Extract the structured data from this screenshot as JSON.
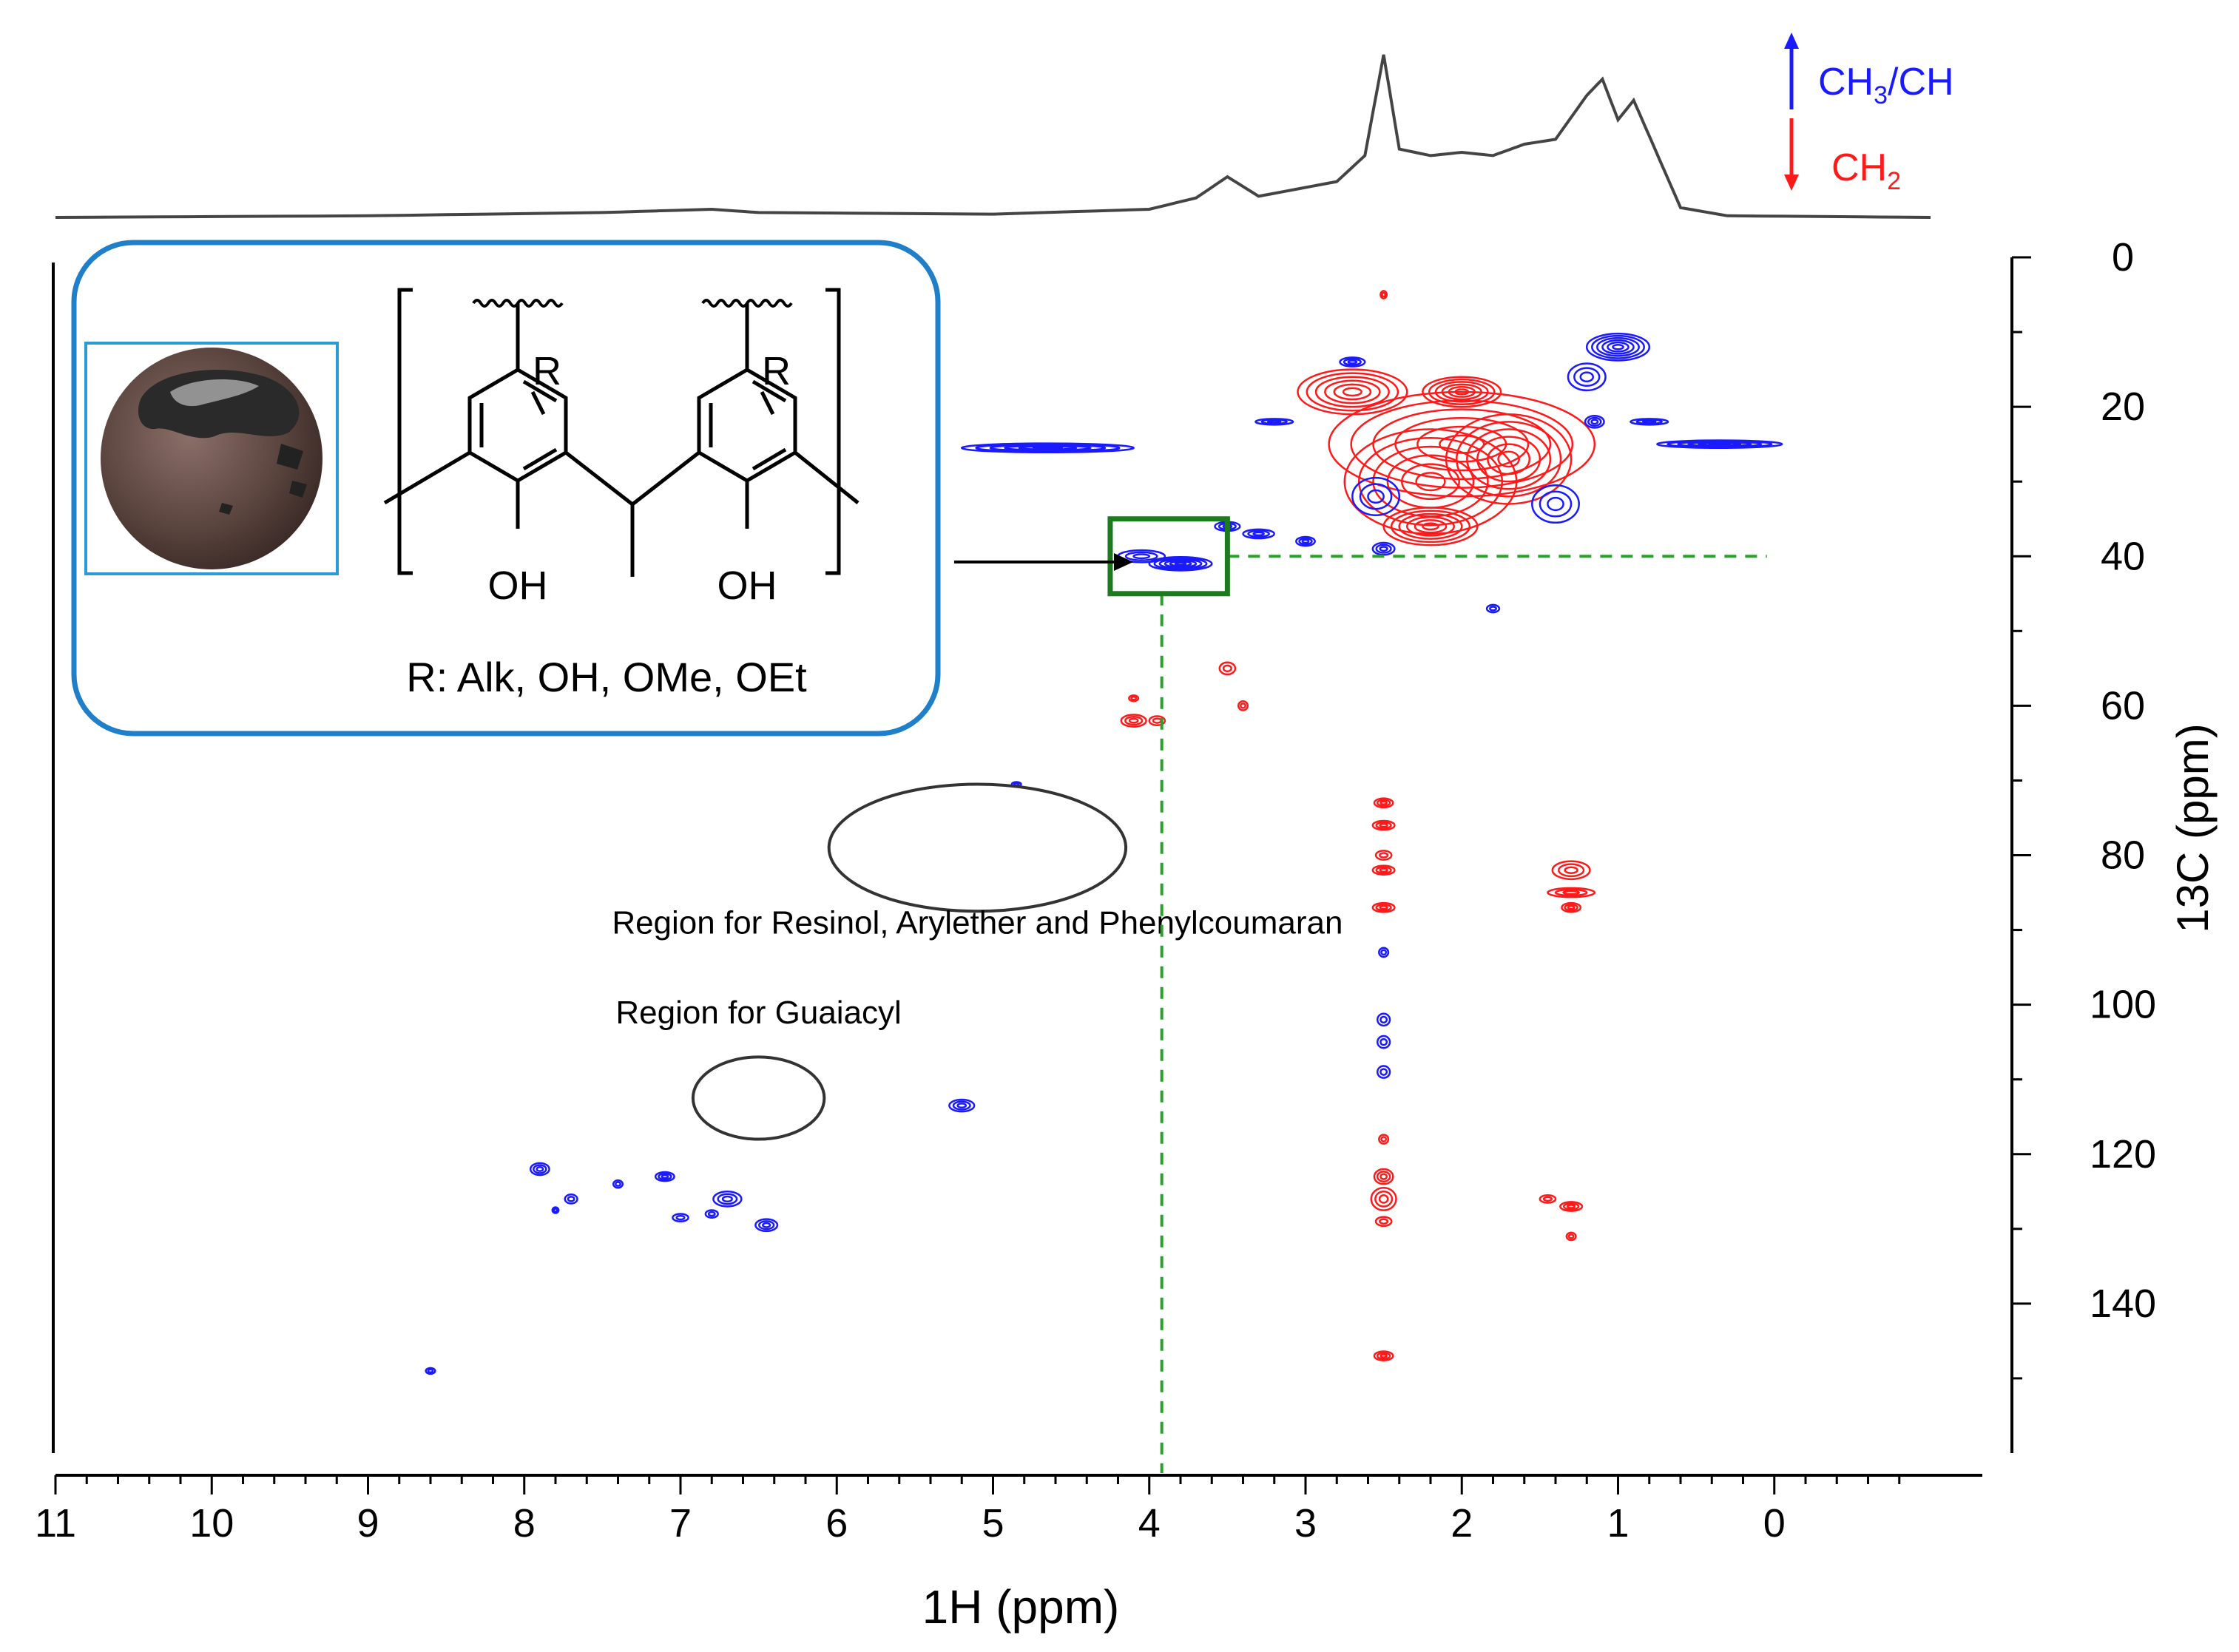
{
  "chart_data": {
    "type": "heatmap",
    "title": "",
    "xlabel": "1H (ppm)",
    "ylabel": "13C (ppm)",
    "xlim": [
      11,
      -1
    ],
    "ylim": [
      0,
      160
    ],
    "x_ticks": [
      11,
      10,
      9,
      8,
      7,
      6,
      5,
      4,
      3,
      2,
      1,
      0
    ],
    "y_ticks": [
      0,
      20,
      40,
      60,
      80,
      100,
      120,
      140
    ],
    "legend": [
      {
        "label_main": "CH",
        "label_sub": "3",
        "label_tail": "/CH",
        "direction": "up",
        "color": "#1a1aff"
      },
      {
        "label_main": "CH",
        "label_sub": "2",
        "label_tail": "",
        "direction": "down",
        "color": "#ff1a1a"
      }
    ],
    "colors": {
      "positive": "#1a1aff",
      "negative": "#ff1a1a",
      "guide": "#2ca02c",
      "box": "#1e7a1e",
      "inset_border": "#1f7fc8"
    },
    "proton_projection": [
      [
        11,
        0.0
      ],
      [
        9.0,
        0.01
      ],
      [
        7.5,
        0.03
      ],
      [
        6.8,
        0.05
      ],
      [
        6.5,
        0.03
      ],
      [
        5.0,
        0.02
      ],
      [
        4.0,
        0.05
      ],
      [
        3.7,
        0.12
      ],
      [
        3.5,
        0.25
      ],
      [
        3.3,
        0.13
      ],
      [
        2.8,
        0.22
      ],
      [
        2.62,
        0.38
      ],
      [
        2.5,
        1.0
      ],
      [
        2.4,
        0.42
      ],
      [
        2.2,
        0.38
      ],
      [
        2.0,
        0.4
      ],
      [
        1.8,
        0.38
      ],
      [
        1.6,
        0.45
      ],
      [
        1.4,
        0.48
      ],
      [
        1.2,
        0.75
      ],
      [
        1.1,
        0.85
      ],
      [
        1.0,
        0.6
      ],
      [
        0.9,
        0.72
      ],
      [
        0.8,
        0.5
      ],
      [
        0.6,
        0.06
      ],
      [
        0.3,
        0.01
      ],
      [
        -1,
        0.0
      ]
    ],
    "peaks": [
      {
        "sign": "negative",
        "x": 2.5,
        "y": 5,
        "rx": 0.02,
        "ry": 0.5
      },
      {
        "sign": "negative",
        "x": 2.0,
        "y": 25,
        "rx": 0.85,
        "ry": 7
      },
      {
        "sign": "negative",
        "x": 2.2,
        "y": 30,
        "rx": 0.55,
        "ry": 7
      },
      {
        "sign": "negative",
        "x": 1.7,
        "y": 27,
        "rx": 0.4,
        "ry": 6
      },
      {
        "sign": "negative",
        "x": 2.7,
        "y": 18,
        "rx": 0.35,
        "ry": 3
      },
      {
        "sign": "negative",
        "x": 2.0,
        "y": 18,
        "rx": 0.25,
        "ry": 2
      },
      {
        "sign": "negative",
        "x": 2.2,
        "y": 36,
        "rx": 0.3,
        "ry": 2.5
      },
      {
        "sign": "negative",
        "x": 3.5,
        "y": 55,
        "rx": 0.05,
        "ry": 0.8
      },
      {
        "sign": "negative",
        "x": 3.4,
        "y": 60,
        "rx": 0.03,
        "ry": 0.6
      },
      {
        "sign": "negative",
        "x": 4.1,
        "y": 62,
        "rx": 0.08,
        "ry": 0.8
      },
      {
        "sign": "negative",
        "x": 3.95,
        "y": 62,
        "rx": 0.05,
        "ry": 0.6
      },
      {
        "sign": "negative",
        "x": 4.1,
        "y": 59,
        "rx": 0.03,
        "ry": 0.4
      },
      {
        "sign": "negative",
        "x": 2.5,
        "y": 73,
        "rx": 0.06,
        "ry": 0.6
      },
      {
        "sign": "negative",
        "x": 2.5,
        "y": 76,
        "rx": 0.07,
        "ry": 0.6
      },
      {
        "sign": "negative",
        "x": 2.5,
        "y": 80,
        "rx": 0.05,
        "ry": 0.6
      },
      {
        "sign": "negative",
        "x": 2.5,
        "y": 82,
        "rx": 0.07,
        "ry": 0.6
      },
      {
        "sign": "negative",
        "x": 2.5,
        "y": 87,
        "rx": 0.07,
        "ry": 0.6
      },
      {
        "sign": "negative",
        "x": 1.3,
        "y": 82,
        "rx": 0.12,
        "ry": 1.2
      },
      {
        "sign": "negative",
        "x": 1.3,
        "y": 85,
        "rx": 0.15,
        "ry": 0.6
      },
      {
        "sign": "negative",
        "x": 1.3,
        "y": 87,
        "rx": 0.06,
        "ry": 0.6
      },
      {
        "sign": "negative",
        "x": 2.5,
        "y": 118,
        "rx": 0.03,
        "ry": 0.6
      },
      {
        "sign": "negative",
        "x": 2.5,
        "y": 123,
        "rx": 0.06,
        "ry": 1.0
      },
      {
        "sign": "negative",
        "x": 2.5,
        "y": 126,
        "rx": 0.08,
        "ry": 1.5
      },
      {
        "sign": "negative",
        "x": 2.5,
        "y": 129,
        "rx": 0.05,
        "ry": 0.6
      },
      {
        "sign": "negative",
        "x": 1.45,
        "y": 126,
        "rx": 0.05,
        "ry": 0.5
      },
      {
        "sign": "negative",
        "x": 1.3,
        "y": 127,
        "rx": 0.07,
        "ry": 0.6
      },
      {
        "sign": "negative",
        "x": 1.3,
        "y": 131,
        "rx": 0.03,
        "ry": 0.5
      },
      {
        "sign": "negative",
        "x": 2.5,
        "y": 147,
        "rx": 0.06,
        "ry": 0.6
      },
      {
        "sign": "positive",
        "x": 4.05,
        "y": 40,
        "rx": 0.15,
        "ry": 0.8
      },
      {
        "sign": "positive",
        "x": 3.8,
        "y": 41,
        "rx": 0.2,
        "ry": 0.9
      },
      {
        "sign": "positive",
        "x": 3.5,
        "y": 36,
        "rx": 0.08,
        "ry": 0.6
      },
      {
        "sign": "positive",
        "x": 3.3,
        "y": 37,
        "rx": 0.1,
        "ry": 0.6
      },
      {
        "sign": "positive",
        "x": 3.0,
        "y": 38,
        "rx": 0.06,
        "ry": 0.6
      },
      {
        "sign": "positive",
        "x": 2.5,
        "y": 39,
        "rx": 0.07,
        "ry": 0.8
      },
      {
        "sign": "positive",
        "x": 4.65,
        "y": 25.5,
        "rx": 0.55,
        "ry": 0.6
      },
      {
        "sign": "positive",
        "x": 0.35,
        "y": 25,
        "rx": 0.4,
        "ry": 0.5
      },
      {
        "sign": "positive",
        "x": 3.2,
        "y": 22,
        "rx": 0.12,
        "ry": 0.4
      },
      {
        "sign": "positive",
        "x": 0.8,
        "y": 22,
        "rx": 0.12,
        "ry": 0.4
      },
      {
        "sign": "positive",
        "x": 1.0,
        "y": 12,
        "rx": 0.2,
        "ry": 1.8
      },
      {
        "sign": "positive",
        "x": 1.2,
        "y": 16,
        "rx": 0.12,
        "ry": 1.8
      },
      {
        "sign": "positive",
        "x": 2.7,
        "y": 14,
        "rx": 0.08,
        "ry": 0.6
      },
      {
        "sign": "positive",
        "x": 2.55,
        "y": 32,
        "rx": 0.15,
        "ry": 2.5
      },
      {
        "sign": "positive",
        "x": 1.4,
        "y": 33,
        "rx": 0.15,
        "ry": 2.5
      },
      {
        "sign": "positive",
        "x": 1.15,
        "y": 22,
        "rx": 0.06,
        "ry": 0.8
      },
      {
        "sign": "positive",
        "x": 1.8,
        "y": 47,
        "rx": 0.04,
        "ry": 0.5
      },
      {
        "sign": "positive",
        "x": 4.85,
        "y": 70.5,
        "rx": 0.03,
        "ry": 0.3
      },
      {
        "sign": "positive",
        "x": 2.5,
        "y": 93,
        "rx": 0.03,
        "ry": 0.6
      },
      {
        "sign": "positive",
        "x": 2.5,
        "y": 102,
        "rx": 0.04,
        "ry": 0.8
      },
      {
        "sign": "positive",
        "x": 2.5,
        "y": 105,
        "rx": 0.04,
        "ry": 0.8
      },
      {
        "sign": "positive",
        "x": 2.5,
        "y": 109,
        "rx": 0.04,
        "ry": 0.8
      },
      {
        "sign": "positive",
        "x": 5.2,
        "y": 113.5,
        "rx": 0.08,
        "ry": 0.8
      },
      {
        "sign": "positive",
        "x": 7.9,
        "y": 122,
        "rx": 0.06,
        "ry": 0.8
      },
      {
        "sign": "positive",
        "x": 7.7,
        "y": 126,
        "rx": 0.04,
        "ry": 0.6
      },
      {
        "sign": "positive",
        "x": 7.4,
        "y": 124,
        "rx": 0.03,
        "ry": 0.5
      },
      {
        "sign": "positive",
        "x": 7.1,
        "y": 123,
        "rx": 0.06,
        "ry": 0.6
      },
      {
        "sign": "positive",
        "x": 6.7,
        "y": 126,
        "rx": 0.09,
        "ry": 1.0
      },
      {
        "sign": "positive",
        "x": 7.0,
        "y": 128.5,
        "rx": 0.05,
        "ry": 0.5
      },
      {
        "sign": "positive",
        "x": 6.8,
        "y": 128,
        "rx": 0.04,
        "ry": 0.5
      },
      {
        "sign": "positive",
        "x": 6.45,
        "y": 129.5,
        "rx": 0.07,
        "ry": 0.8
      },
      {
        "sign": "positive",
        "x": 7.8,
        "y": 127.5,
        "rx": 0.02,
        "ry": 0.4
      },
      {
        "sign": "positive",
        "x": 8.6,
        "y": 149,
        "rx": 0.03,
        "ry": 0.4
      }
    ],
    "annotations": [
      {
        "text": "Region for Resinol, Arylether  and Phenylcoumaran",
        "x": 5.1,
        "y": 90.5,
        "ellipse": {
          "cx": 5.1,
          "cy": 79,
          "rx": 0.95,
          "ry": 8.5
        }
      },
      {
        "text": "Region for Guaiacyl",
        "x": 6.5,
        "y": 102.5,
        "ellipse": {
          "cx": 6.5,
          "cy": 112.5,
          "rx": 0.42,
          "ry": 5.5
        }
      }
    ],
    "highlight": {
      "x": 3.92,
      "y": 40,
      "x_min": 3.5,
      "x_max": 4.25,
      "y_min": 35,
      "y_max": 45
    }
  },
  "inset": {
    "substituent_label": "R",
    "hydroxyl_label": "OH",
    "caption": "R: Alk, OH, OMe, OEt"
  }
}
